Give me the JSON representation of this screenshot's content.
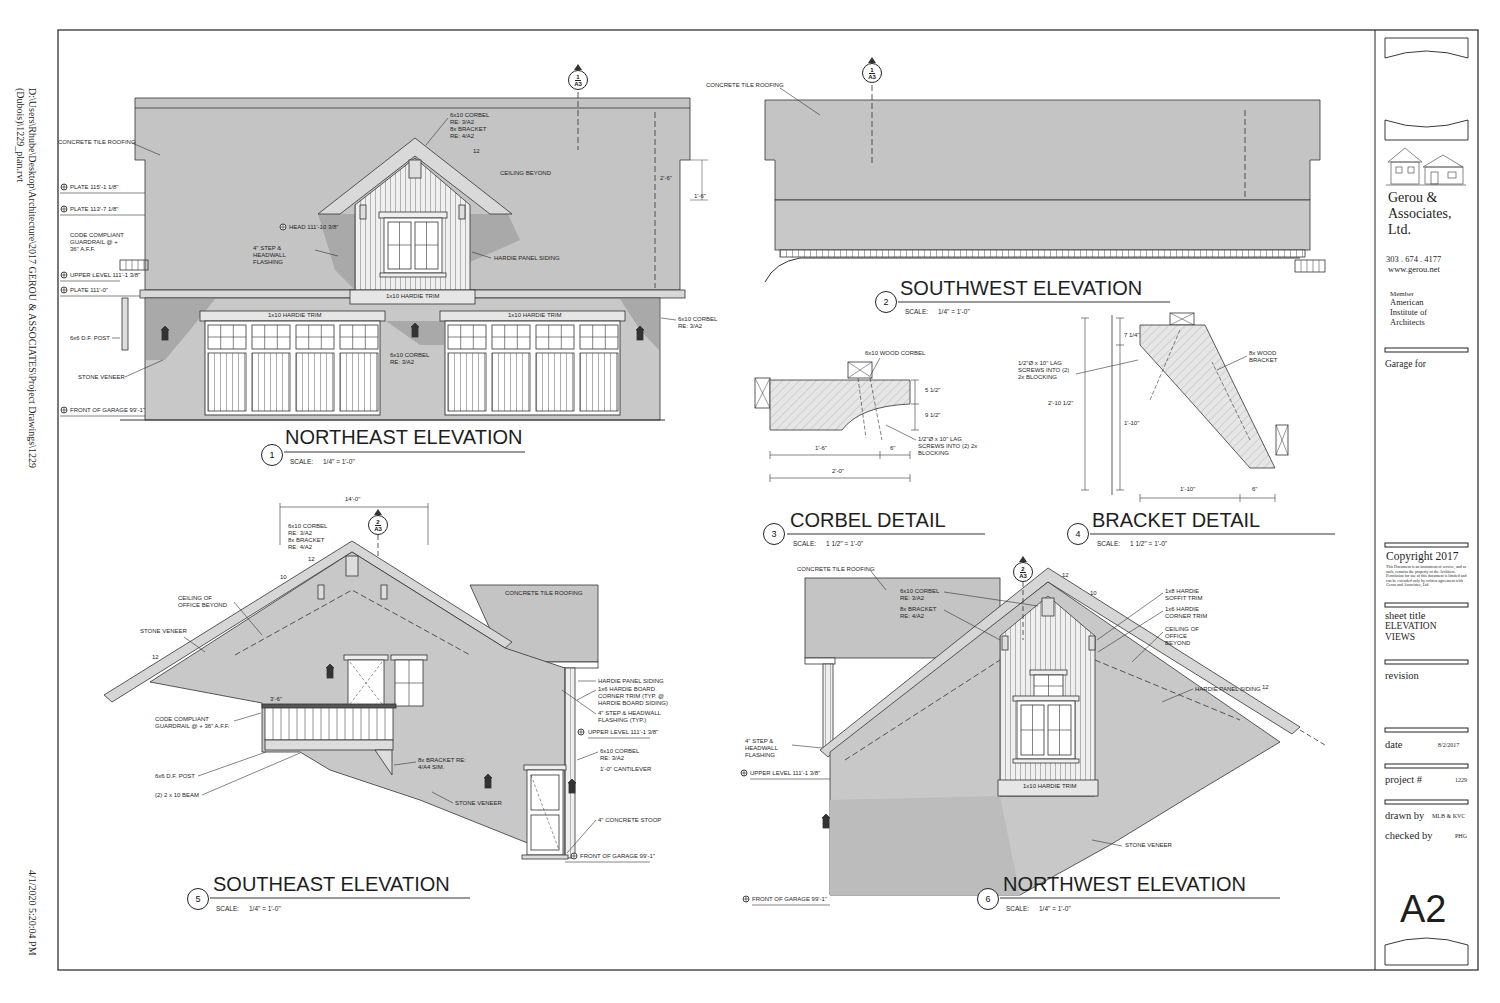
{
  "diagram": {
    "nodes": [
      {
        "text": [
          "1"
        ]
      },
      {
        "text": [
          "2"
        ]
      },
      {
        "text": [
          "3"
        ]
      },
      {
        "text": [
          "4"
        ]
      },
      {
        "text": [
          "5"
        ]
      },
      {
        "text": [
          "6"
        ]
      },
      {
        "text": [
          "1",
          "A3"
        ]
      },
      {
        "text": [
          "1",
          "A3"
        ]
      },
      {
        "text": [
          "2",
          "A3"
        ]
      },
      {
        "text": [
          "2",
          "A3"
        ]
      }
    ],
    "labels": [
      "CONCRETE TILE ROOFING",
      "6x10 CORBEL RE: 3/A2",
      "8x BRACKET RE: 4/A2",
      "12",
      "CEILING BEYOND",
      "PLATE 115'-1 1/8\"",
      "PLATE 113'-7 1/8\"",
      "HEAD 111'-10 3/8\"",
      "CODE COMPLIANT GUARDRAIL @ + 36\" A.F.F.",
      "4\" STEP & HEADWALL FLASHING",
      "HARDIE PANEL SIDING",
      "UPPER LEVEL 111'-1 3/8\"",
      "PLATE 111'-0\"",
      "1x10 HARDIE TRIM",
      "1x10 HARDIE TRIM",
      "1x10 HARDIE TRIM",
      "6x10 CORBEL RE: 3/A2",
      "6x6 D.F. POST",
      "6x10 CORBEL RE: 3/A2",
      "STONE VENEER",
      "FRONT OF GARAGE 99'-1\"",
      "2'-6\"",
      "1'-6\"",
      "NORTHEAST ELEVATION",
      "SCALE:",
      "1/4\" = 1'-0\"",
      "CONCRETE TILE ROOFING",
      "SOUTHWEST ELEVATION",
      "SCALE:",
      "1/4\" = 1'-0\"",
      "6x10 WOOD CORBEL",
      "1/2\"Ø x 10\" LAG SCREWS INTO (2) 2x BLOCKING",
      "5 1/2\"",
      "9 1/2\"",
      "1'-6\"",
      "6\"",
      "2'-0\"",
      "CORBEL DETAIL",
      "SCALE:",
      "1 1/2\" = 1'-0\"",
      "7 1/4\"",
      "2'-10 1/2\"",
      "1'-10\"",
      "1/2\"Ø x 10\" LAG SCREWS INTO (2) 2x BLOCKING",
      "8x WOOD BRACKET",
      "1'-10\"",
      "6\"",
      "BRACKET DETAIL",
      "SCALE:",
      "1 1/2\" = 1'-0\"",
      "14'-0\"",
      "6x10 CORBEL RE: 3/A2",
      "8x BRACKET RE: 4/A2",
      "12",
      "10",
      "CEILING OF OFFICE BEYOND",
      "STONE VENEER",
      "12",
      "CONCRETE TILE ROOFING",
      "HARDIE PANEL SIDING",
      "1x6 HARDIE BOARD CORNER TRIM (TYP. @ HARDIE BOARD SIDING)",
      "4\" STEP & HEADWALL FLASHING (TYP.)",
      "UPPER LEVEL 111'-1 3/8\"",
      "3'-6\"",
      "CODE COMPLIANT GUARDRAIL @ + 36\" A.F.F.",
      "6x10 CORBEL RE: 3/A2",
      "1'-0\" CANTILEVER",
      "6x6 D.F. POST",
      "8x BRACKET RE: 4/A4 SIM.",
      "(2) 2 x 10 BEAM",
      "STONE VENEER",
      "4\" CONCRETE STOOP",
      "FRONT OF GARAGE 99'-1\"",
      "SOUTHEAST ELEVATION",
      "SCALE:",
      "1/4\" = 1'-0\"",
      "CONCRETE TILE ROOFING",
      "6x10 CORBEL RE: 3/A2",
      "8x BRACKET RE: 4/A2",
      "12",
      "10",
      "1x8 HARDIE SOFFIT TRIM",
      "1x6 HARDIE CORNER TRIM",
      "CEILING OF OFFICE BEYOND",
      "HARDIE PANEL SIDING",
      "12",
      "4\" STEP & HEADWALL FLASHING",
      "UPPER LEVEL 111'-1 3/8\"",
      "1x10 HARDIE TRIM",
      "STONE VENEER",
      "FRONT OF GARAGE 99'-1\"",
      "NORTHWEST ELEVATION",
      "SCALE:",
      "1/4\" = 1'-0\"",
      "Gerou & Associates, Ltd.",
      "303 . 674 . 4177",
      "www.gerou.net",
      "Member",
      "American Institute of Architects",
      "Garage for",
      "Copyright 2017",
      "This Document is an instrument of service, and as such, remains the property of the Architect. Permission for use of this document is limited and can be extended only by written agreement with Gerou and Associates, Ltd.",
      "sheet title",
      "ELEVATION VIEWS",
      "revision",
      "date",
      "8/2/2017",
      "project #",
      "1229",
      "drawn by",
      "MLB & KVC",
      "checked by",
      "PHG",
      "A2",
      "D:\\Users\\Rhube\\Desktop\\Architecture\\2017 GEROU & ASSOCIATES\\Project Drawings\\1229 (Dubois)\\1229_plan.rvt",
      "4/1/2020 5:20:04 PM"
    ]
  }
}
